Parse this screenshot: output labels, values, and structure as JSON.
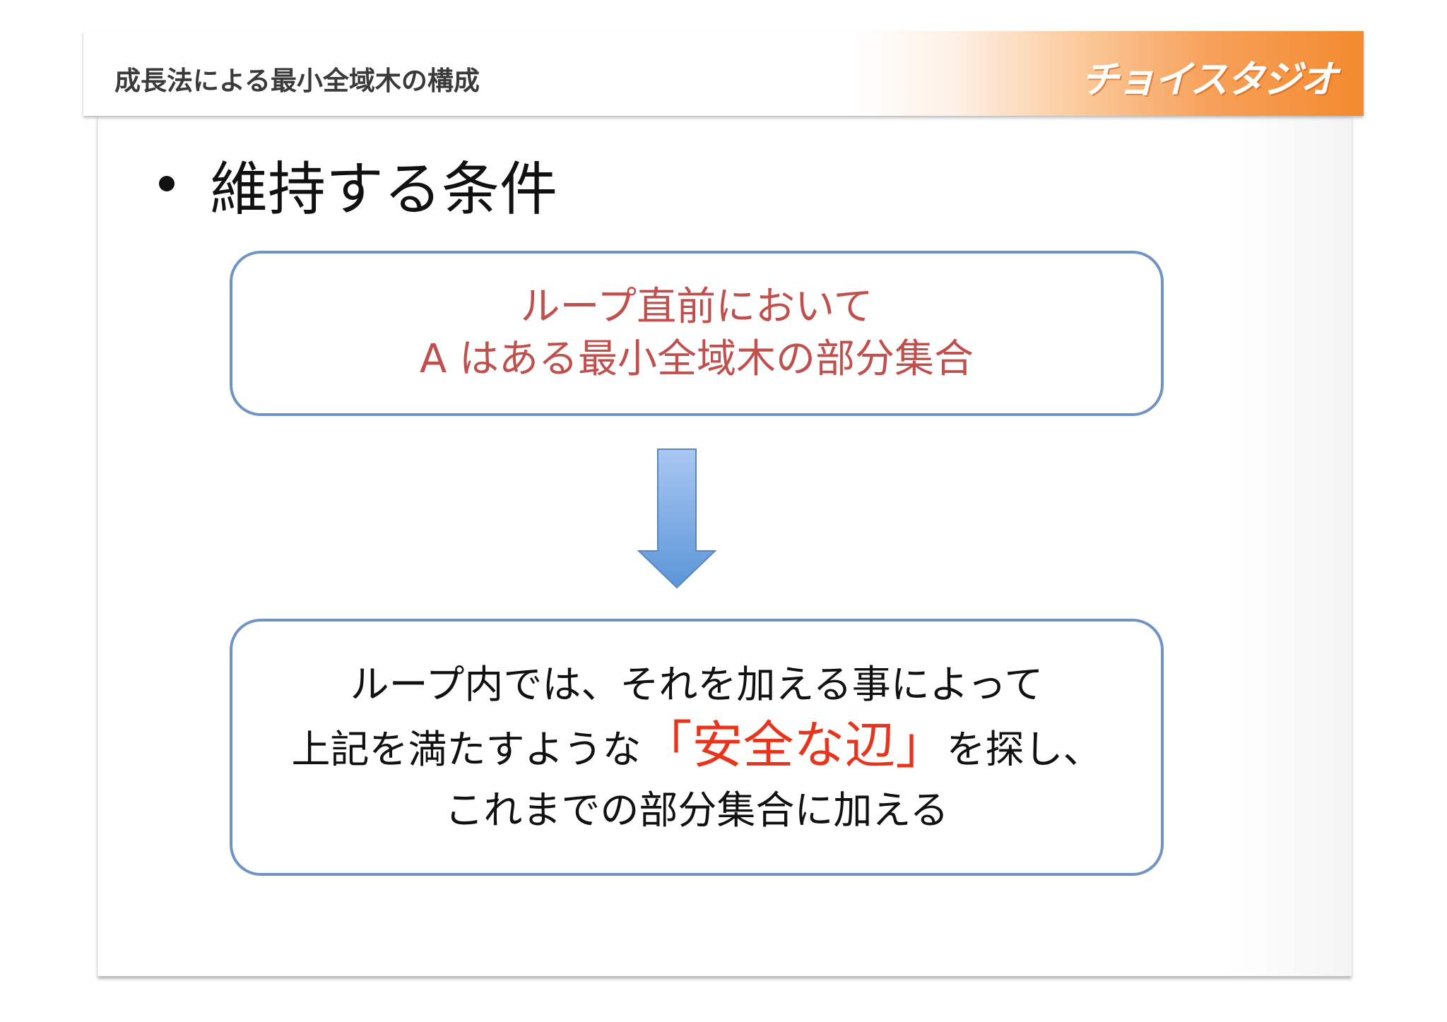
{
  "header": {
    "title": "成長法による最小全域木の構成",
    "logo_text": "チョイスタジオ"
  },
  "bullet": {
    "text": "維持する条件"
  },
  "condition_box": {
    "line1": "ループ直前において",
    "line2": "A はある最小全域木の部分集合"
  },
  "action_box": {
    "line1": "ループ内では、それを加える事によって",
    "line2_before": "上記を満たすような",
    "line2_highlight": "「安全な辺」",
    "line2_after": "を探し、",
    "line3": "これまでの部分集合に加える"
  },
  "colors": {
    "accent_orange": "#f28a2e",
    "box_border": "#6f93c4",
    "condition_text": "#c0504d",
    "highlight_text": "#e8341c",
    "arrow_top": "#a9c8f2",
    "arrow_bottom": "#5b95d8"
  }
}
